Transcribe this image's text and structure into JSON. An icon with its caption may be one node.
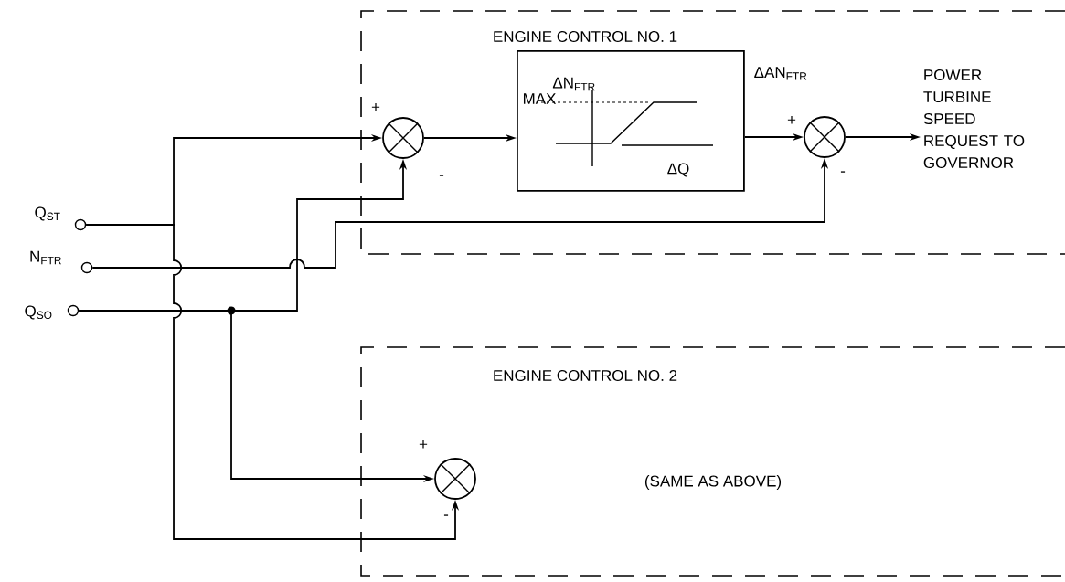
{
  "diagram": {
    "nodes": [
      {
        "text": [],
        "shape": "circle",
        "beside": [
          "Q$_{ST}$"
        ]
      },
      {
        "text": [],
        "shape": "circle",
        "beside": [
          "N$_{FTR}$"
        ]
      },
      {
        "text": [],
        "shape": "circle",
        "beside": [
          "Q$_{SO}$"
        ]
      },
      {
        "text": [
          "ENGINE CONTROL NO. 1"
        ]
      },
      {
        "text": [],
        "shape": "circle",
        "in": 3
      },
      {
        "text": [
          "ΔN$_{FTR}$",
          "MAX",
          "ΔQ"
        ],
        "in": 3
      },
      {
        "text": [],
        "shape": "circle",
        "in": 3
      },
      {
        "text": [
          "POWER TURBINE SPEED REQUEST TO GOVERNOR"
        ],
        "in": 3
      },
      {
        "text": [
          "ENGINE CONTROL NO. 2",
          "(SAME AS ABOVE)"
        ]
      },
      {
        "text": [],
        "shape": "circle",
        "in": 8
      }
    ],
    "edges": [
      {
        "from": 0,
        "to": 4,
        "arrow": "to"
      },
      {
        "from": 0,
        "to": 9,
        "arrow": "to"
      },
      {
        "from": 2,
        "to": 4,
        "arrow": "to"
      },
      {
        "from": 2,
        "to": 9,
        "arrow": "to"
      },
      {
        "from": 1,
        "to": 6,
        "arrow": "to"
      },
      {
        "from": 4,
        "to": 5,
        "arrow": "to"
      },
      {
        "from": 5,
        "to": 6,
        "arrow": "to",
        "label": "ΔAN$_{FTR}$"
      },
      {
        "from": 6,
        "to": 7,
        "arrow": "to"
      }
    ],
    "labels": [
      "+",
      "-",
      "+",
      "-",
      "+",
      "-"
    ]
  }
}
